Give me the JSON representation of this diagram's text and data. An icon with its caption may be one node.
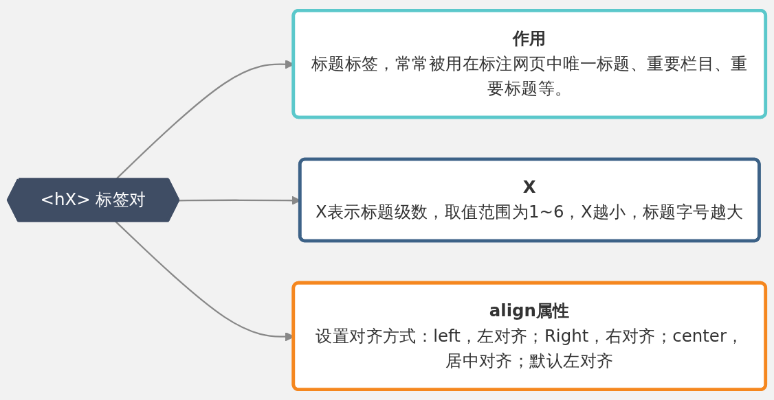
{
  "diagram": {
    "nodes": [
      {
        "text": [
          "<hX> 标签对"
        ]
      },
      {
        "text": [
          "作用",
          "标题标签，常常被用在标注网页中唯一标题、重要栏目、重要标题等。"
        ]
      },
      {
        "text": [
          "X",
          "X表示标题级数，取值范围为1~6，X越小，标题字号越大"
        ]
      },
      {
        "text": [
          "align属性",
          "设置对齐方式：left，左对齐；Right，右对齐；center，居中对齐；默认左对齐"
        ]
      }
    ],
    "edges": [
      {
        "from": 0,
        "to": 1,
        "arrow": "to"
      },
      {
        "from": 0,
        "to": 2,
        "arrow": "to"
      },
      {
        "from": 0,
        "to": 3,
        "arrow": "to"
      }
    ]
  }
}
